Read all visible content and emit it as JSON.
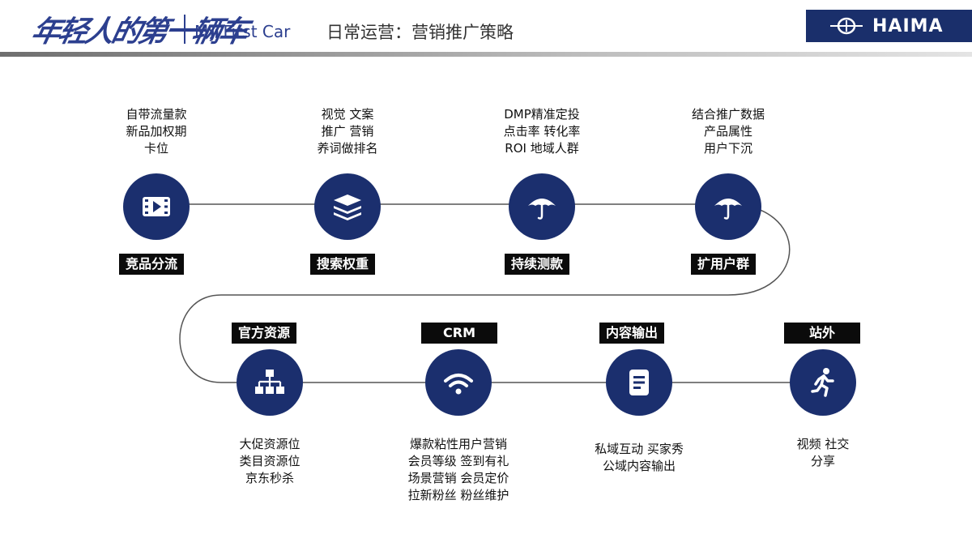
{
  "header": {
    "brand_script": "年轻人的第一辆车",
    "brand_en": "My First Car",
    "page_title": "日常运营：营销推广策略",
    "logo_text": "HAIMA",
    "logo_icon": "haima-emblem-icon"
  },
  "nodes": [
    {
      "label": "竞品分流",
      "icon": "video-play-icon",
      "desc": [
        "自带流量款",
        "新品加权期",
        "卡位"
      ]
    },
    {
      "label": "搜索权重",
      "icon": "layers-icon",
      "desc": [
        "视觉 文案",
        "推广 营销",
        "养词做排名"
      ]
    },
    {
      "label": "持续测款",
      "icon": "umbrella-icon",
      "desc": [
        "DMP精准定投",
        "点击率 转化率",
        "ROI 地域人群"
      ]
    },
    {
      "label": "扩用户群",
      "icon": "umbrella-icon",
      "desc": [
        "结合推广数据",
        "产品属性",
        "用户下沉"
      ]
    },
    {
      "label": "官方资源",
      "icon": "sitemap-icon",
      "desc": [
        "大促资源位",
        "类目资源位",
        "京东秒杀"
      ]
    },
    {
      "label": "CRM",
      "icon": "wifi-icon",
      "desc": [
        "爆款粘性用户营销",
        "会员等级 签到有礼",
        "场景营销 会员定价",
        "拉新粉丝 粉丝维护"
      ]
    },
    {
      "label": "内容输出",
      "icon": "document-icon",
      "desc": [
        "私域互动 买家秀",
        "公域内容输出"
      ]
    },
    {
      "label": "站外",
      "icon": "running-person-icon",
      "desc": [
        "视频 社交",
        "分享"
      ]
    }
  ],
  "colors": {
    "node": "#1b2f6e",
    "label_bg": "#0b0b0b",
    "brand": "#2c3f8f",
    "connector": "#555555"
  }
}
